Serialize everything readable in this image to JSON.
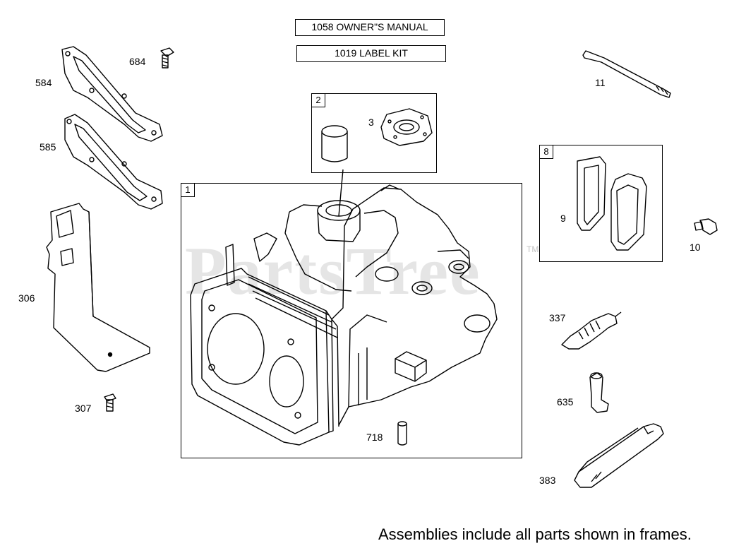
{
  "header": {
    "manual_label": "1058 OWNER\"S MANUAL",
    "label_kit": "1019 LABEL KIT"
  },
  "watermark": {
    "text": "PartsTree",
    "tm": "TM"
  },
  "frames": [
    {
      "number": "1"
    },
    {
      "number": "2"
    },
    {
      "number": "8"
    }
  ],
  "callouts": {
    "p584": "584",
    "p585": "585",
    "p684": "684",
    "p306": "306",
    "p307": "307",
    "p3": "3",
    "p11": "11",
    "p9": "9",
    "p10": "10",
    "p337": "337",
    "p635": "635",
    "p383": "383",
    "p718": "718"
  },
  "footer": {
    "note": "Assemblies include all parts shown in frames."
  }
}
